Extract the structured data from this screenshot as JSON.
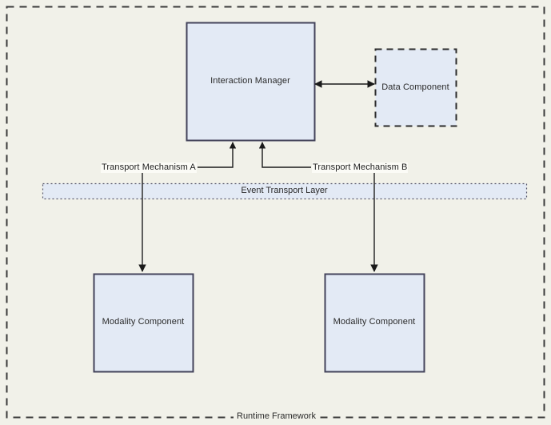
{
  "diagram": {
    "title": "Runtime Framework",
    "background_color": "#f1f1e9",
    "node_fill": "#e3eaf5",
    "node_stroke": "#3b3b4f",
    "line_color": "#1a1a1a"
  },
  "frame": {
    "label": "Runtime Framework",
    "border_style": "dashed"
  },
  "nodes": {
    "interaction_manager": {
      "label": "Interaction Manager",
      "border_style": "solid"
    },
    "data_component": {
      "label": "Data Component",
      "border_style": "dashed"
    },
    "modality_component_left": {
      "label": "Modality Component",
      "border_style": "solid"
    },
    "modality_component_right": {
      "label": "Modality Component",
      "border_style": "solid"
    }
  },
  "layer": {
    "label": "Event Transport Layer",
    "border_style": "dotted",
    "fill": "#e3eaf5"
  },
  "edges": {
    "transport_a": {
      "label": "Transport Mechanism A"
    },
    "transport_b": {
      "label": "Transport Mechanism B"
    },
    "im_data_link": {
      "label": "",
      "arrow": "double"
    }
  }
}
